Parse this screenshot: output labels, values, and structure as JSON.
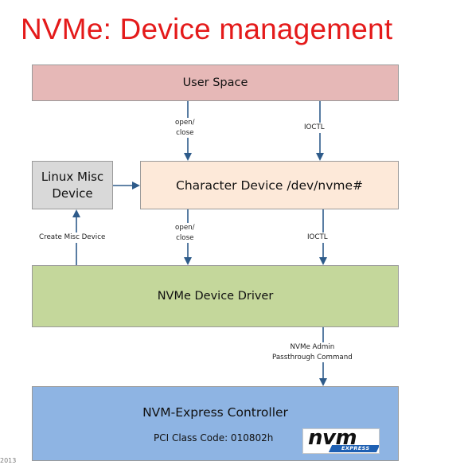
{
  "title": "NVMe: Device management",
  "boxes": {
    "user_space": "User Space",
    "char_device": "Character Device /dev/nvme#",
    "misc_device_line1": "Linux Misc",
    "misc_device_line2": "Device",
    "driver": "NVMe Device Driver",
    "controller": "NVM-Express Controller",
    "pci_class": "PCI Class Code: 010802h"
  },
  "labels": {
    "open_close_top_1": "open/",
    "open_close_top_2": "close",
    "ioctl_top": "IOCTL",
    "open_close_mid_1": "open/",
    "open_close_mid_2": "close",
    "ioctl_mid": "IOCTL",
    "create_misc": "Create Misc Device",
    "admin_1": "NVMe Admin",
    "admin_2": "Passthrough Command"
  },
  "logo": {
    "text": "nvm",
    "subtext": "EXPRESS"
  },
  "footer": "2013",
  "colors": {
    "title": "#e41a1a",
    "user_space": "#e6b8b7",
    "char_device": "#fde9d9",
    "misc_device": "#d9d9d9",
    "driver": "#c4d79b",
    "controller": "#8eb4e3",
    "arrow": "#2e5b8a"
  }
}
